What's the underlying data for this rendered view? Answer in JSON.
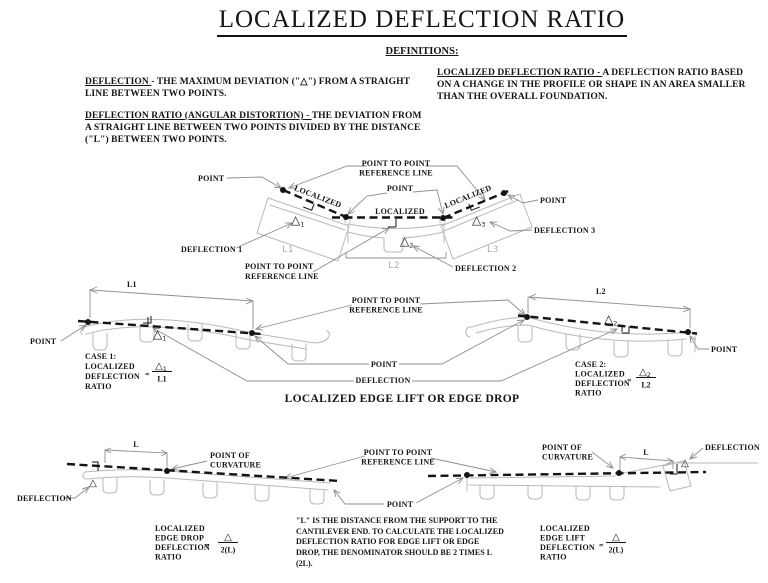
{
  "colors": {
    "ink": "#141414",
    "leader": "#8f8f8f",
    "slab": "#b9b9b9",
    "graylabel": "#a8a8a8"
  },
  "title": "LOCALIZED  DEFLECTION RATIO",
  "definitions": {
    "heading": "DEFINITIONS:",
    "deflection": {
      "term": "DEFLECTION ",
      "rest": "- THE MAXIMUM DEVIATION (\"△\") FROM A STRAIGHT LINE BETWEEN TWO POINTS."
    },
    "deflection_ratio": {
      "term": "DEFLECTION  RATIO (ANGULAR DISTORTION) - ",
      "rest": "THE  DEVIATION FROM A STRAIGHT LINE BETWEEN TWO POINTS DIVIDED BY THE DISTANCE (\"L\") BETWEEN TWO POINTS."
    },
    "localized_ratio": {
      "term": "LOCALIZED DEFLECTION RATIO - ",
      "rest": "A DEFLECTION RATIO BASED ON A CHANGE IN THE PROFILE OR SHAPE IN AN AREA SMALLER THAN THE OVERALL FOUNDATION."
    }
  },
  "labels": {
    "point": "POINT",
    "point_to_point_1": "POINT TO POINT",
    "point_to_point_2": "REFERENCE LINE",
    "localized": "LOCALIZED",
    "deflection": "DEFLECTION",
    "deflection_1": "DEFLECTION 1",
    "deflection_2": "DEFLECTION 2",
    "deflection_3": "DEFLECTION 3",
    "point_of_curvature_1": "POINT OF",
    "point_of_curvature_2": "CURVATURE",
    "delta": "△",
    "sub1": "1",
    "sub2": "2",
    "sub3": "3",
    "L": "L",
    "L1": "L1",
    "L2": "L2",
    "L3": "L3"
  },
  "cases": {
    "case1": {
      "line1": "CASE 1:",
      "line2": "LOCALIZED",
      "line3": "DEFLECTION",
      "line4": "RATIO",
      "eq": "=",
      "num": "△",
      "num_sub": "1",
      "den": "L1"
    },
    "case2": {
      "line1": "CASE 2:",
      "line2": "LOCALIZED",
      "line3": "DEFLECTION",
      "line4": "RATIO",
      "eq": "=",
      "num": "△",
      "num_sub": "2",
      "den": "L2"
    },
    "edge_drop": {
      "line1": "LOCALIZED",
      "line2": "EDGE DROP",
      "line3": "DEFLECTION",
      "line4": "RATIO",
      "eq": "=",
      "num": "△",
      "den": "2(L)"
    },
    "edge_lift": {
      "line1": "LOCALIZED",
      "line2": "EDGE LIFT",
      "line3": "DEFLECTION",
      "line4": "RATIO",
      "eq": "=",
      "num": "△",
      "den": "2(L)"
    }
  },
  "edge_heading": "LOCALIZED EDGE LIFT OR EDGE DROP",
  "note": "\"L\" IS THE DISTANCE FROM THE SUPPORT TO THE CANTILEVER END. TO CALCULATE THE LOCALIZED DEFLECTION RATIO FOR EDGE LIFT OR EDGE DROP, THE DENOMINATOR SHOULD BE 2 TIMES L (2L)."
}
